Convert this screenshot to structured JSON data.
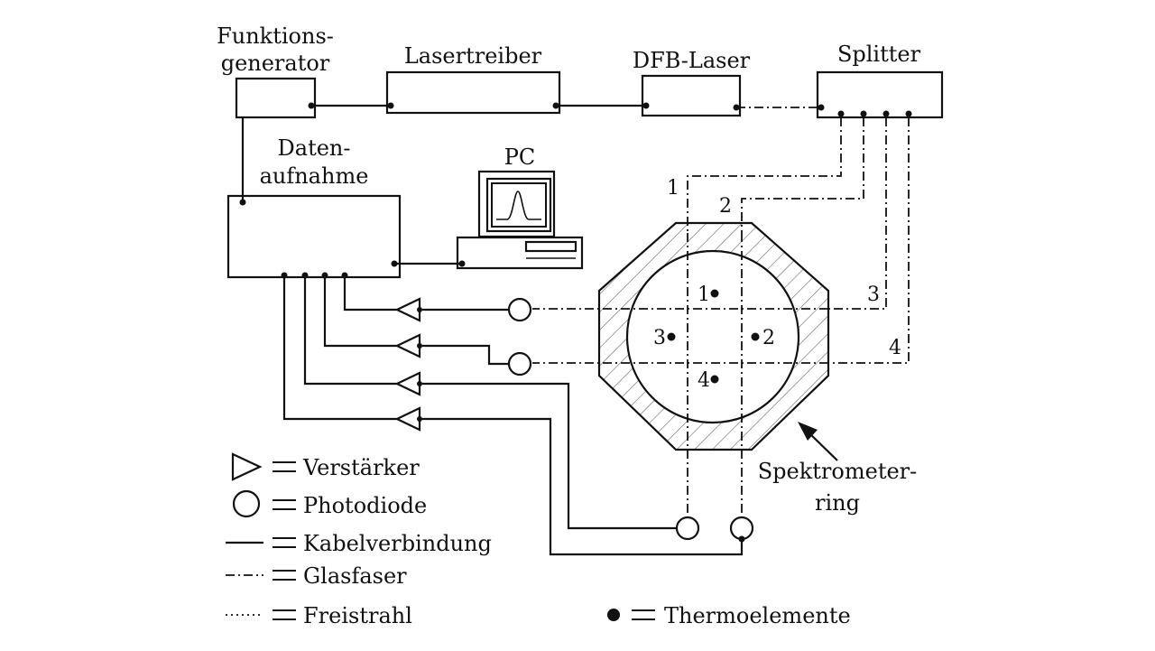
{
  "blocks": {
    "function_generator": {
      "line1": "Funktions-",
      "line2": "generator"
    },
    "laser_driver": "Lasertreiber",
    "dfb_laser": "DFB-Laser",
    "splitter": "Splitter",
    "daq": {
      "line1": "Daten-",
      "line2": "aufnahme"
    },
    "pc": "PC",
    "spectrometer_ring": {
      "line1": "Spektrometer-",
      "line2": "ring"
    }
  },
  "beam_numbers": [
    "1",
    "2",
    "3",
    "4"
  ],
  "thermo_numbers": [
    "1",
    "2",
    "3",
    "4"
  ],
  "legend": {
    "amplifier": "Verstärker",
    "photodiode": "Photodiode",
    "cable": "Kabelverbindung",
    "fiber": "Glasfaser",
    "free_beam": "Freistrahl",
    "thermocouples": "Thermoelemente"
  }
}
